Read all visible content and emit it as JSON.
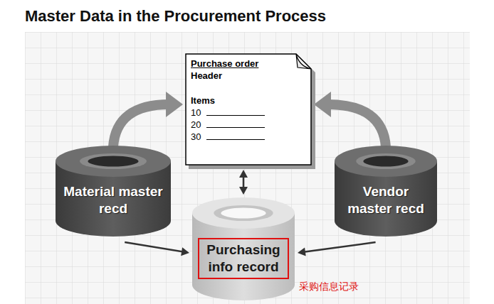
{
  "diagram": {
    "title": "Master Data in the Procurement Process",
    "nodes": [
      {
        "text": [
          "Purchase order",
          "Header",
          "Items",
          "10",
          "20",
          "30"
        ]
      },
      {
        "text": [
          "Material master recd"
        ]
      },
      {
        "text": [
          "Vendor master recd"
        ]
      },
      {
        "text": [
          "Purchasing info record"
        ]
      }
    ],
    "edges": [
      {
        "from": 1,
        "to": 0,
        "arrow": "to"
      },
      {
        "from": 2,
        "to": 0,
        "arrow": "to"
      },
      {
        "from": 0,
        "to": 3,
        "arrow": "both"
      },
      {
        "from": 1,
        "to": 3,
        "arrow": "to"
      },
      {
        "from": 2,
        "to": 3,
        "arrow": "to"
      }
    ],
    "labels": [
      "采购信息记录"
    ]
  }
}
